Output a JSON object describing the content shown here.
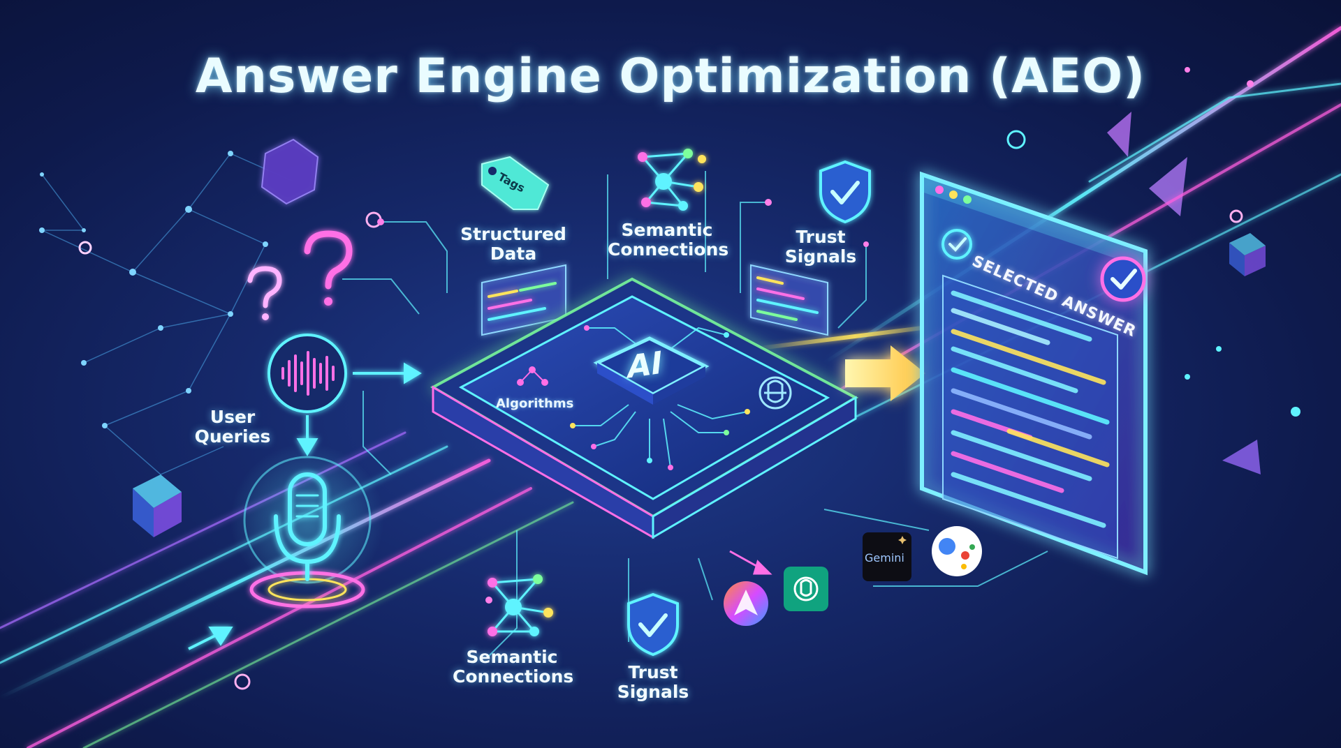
{
  "title": "Answer Engine Optimization (AEO)",
  "labels": {
    "user_queries": [
      "User",
      "Queries"
    ],
    "structured_data": [
      "Structured",
      "Data"
    ],
    "semantic_connections_top": [
      "Semantic",
      "Connections"
    ],
    "trust_signals_top": [
      "Trust",
      "Signals"
    ],
    "semantic_connections_bottom": [
      "Semantic",
      "Connections"
    ],
    "trust_signals_bottom": [
      "Trust",
      "Signals"
    ]
  },
  "chip": {
    "ai": "AI",
    "algorithms": "Algorithms"
  },
  "tag": "Tags",
  "answer_panel": {
    "heading": "SELECTED ANSWER"
  },
  "platforms": {
    "gemini": "Gemini"
  },
  "colors": {
    "cyan": "#5ff3ff",
    "magenta": "#ff5fe0",
    "purple": "#a86bff",
    "yellow": "#ffe45c",
    "green": "#7dff9c",
    "background": "#14256a"
  },
  "icons": [
    "question-icon",
    "sound-wave-icon",
    "microphone-icon",
    "tag-icon",
    "network-icon",
    "shield-check-icon",
    "check-circle-icon",
    "arrow-right-icon",
    "openai-icon",
    "gemini-icon",
    "google-assistant-icon",
    "perplexity-icon"
  ]
}
